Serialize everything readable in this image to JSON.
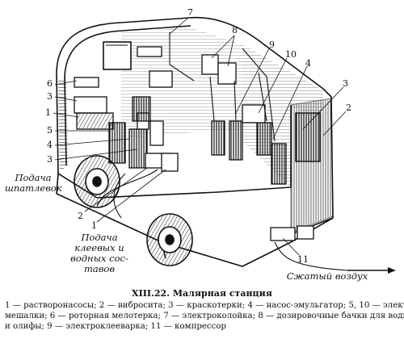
{
  "diagram": {
    "callouts": [
      "1",
      "2",
      "3",
      "4",
      "5",
      "6",
      "7",
      "8",
      "9",
      "10",
      "11"
    ],
    "annotations": {
      "putty_feed": [
        "Подача",
        "шпатлевок"
      ],
      "glue_feed": [
        "Подача",
        "клеевых и",
        "водных сос-",
        "тавов"
      ],
      "air": "Сжатый воздух"
    },
    "caption": "XIII.22. Малярная станция",
    "legend_lines": [
      "1 — растворонасосы; 2 — вибросита; 3 — краскотерки; 4 — насос-эмульгатор; 5, 10 — электро-",
      "мешалки; 6 — роторная мелотерка; 7 — электроколойка; 8 — дозировочные бачки для воды",
      "и олифы; 9 — электроклееварка; 11 — компрессор"
    ]
  }
}
